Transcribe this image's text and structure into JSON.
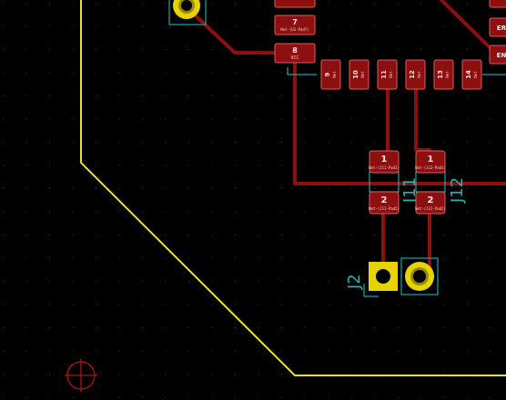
{
  "canvas": {
    "background": "#000000"
  },
  "colors": {
    "copper": "#8c1010",
    "copper_pad_border": "#e05a5a",
    "edge_cuts": "#e8e033",
    "silkscreen": "#24b3b3",
    "through_hole": "#e6d400",
    "origin_marker": "#b01414"
  },
  "ic_pads": {
    "left_column": [
      {
        "number": "7",
        "net": "Net-(U1-Pad7)"
      },
      {
        "number": "8",
        "net": "VCC"
      }
    ],
    "bottom_row": [
      {
        "number": "9",
        "net": "Net"
      },
      {
        "number": "10",
        "net": "Net"
      },
      {
        "number": "11",
        "net": "Net"
      },
      {
        "number": "12",
        "net": "Net"
      },
      {
        "number": "13",
        "net": "Net"
      },
      {
        "number": "14",
        "net": "Net"
      }
    ],
    "right_column": [
      {
        "label": "ER"
      },
      {
        "label": "EN"
      }
    ]
  },
  "smd_components": {
    "J11": {
      "reference": "J11",
      "pad1": "1",
      "pad2": "2",
      "net1": "Net-(J11-Pad1)",
      "net2": "Net-(J11-Pad2)"
    },
    "J12": {
      "reference": "J12",
      "pad1": "1",
      "pad2": "2",
      "net1": "Net-(J12-Pad1)",
      "net2": "Net-(J12-Pad2)"
    }
  },
  "connector": {
    "reference": "J2"
  },
  "icons": {
    "through_hole_pad": "through-hole-pad-icon",
    "origin": "origin-crosshair-icon"
  }
}
